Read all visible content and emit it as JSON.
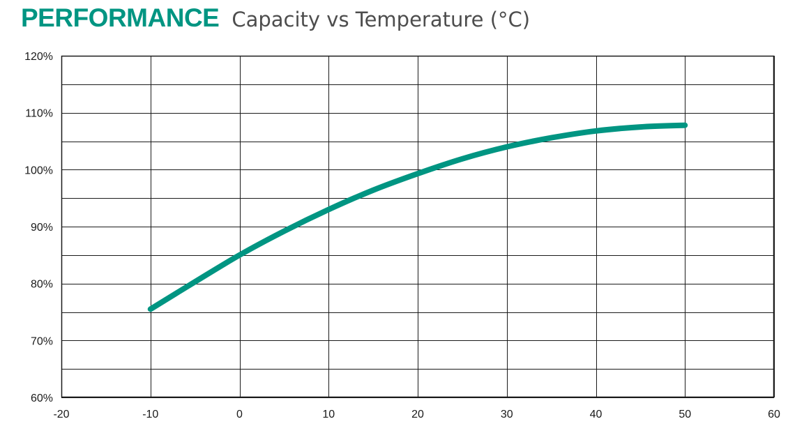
{
  "header": {
    "title": "PERFORMANCE",
    "subtitle": "Capacity vs Temperature (°C)"
  },
  "chart_data": {
    "type": "line",
    "title": "PERFORMANCE",
    "subtitle": "Capacity vs Temperature (°C)",
    "xlabel": "",
    "ylabel": "",
    "xlim": [
      -20,
      60
    ],
    "ylim": [
      60,
      120
    ],
    "x_ticks": [
      -20,
      -10,
      0,
      10,
      20,
      30,
      40,
      50,
      60
    ],
    "x_tick_labels": [
      "-20",
      "-10",
      "0",
      "10",
      "20",
      "30",
      "40",
      "50",
      "60"
    ],
    "y_ticks": [
      60,
      70,
      80,
      90,
      100,
      110,
      120
    ],
    "y_tick_labels": [
      "60%",
      "70%",
      "80%",
      "90%",
      "100%",
      "110%",
      "120%"
    ],
    "y_minor_step": 5,
    "grid": true,
    "series": [
      {
        "color": "#009582",
        "x": [
          -10,
          -5,
          0,
          5,
          10,
          15,
          20,
          25,
          30,
          35,
          40,
          45,
          50
        ],
        "y": [
          75.5,
          80.3,
          85.0,
          89.2,
          93.0,
          96.4,
          99.3,
          101.9,
          104.0,
          105.6,
          106.8,
          107.5,
          107.8
        ]
      }
    ]
  }
}
